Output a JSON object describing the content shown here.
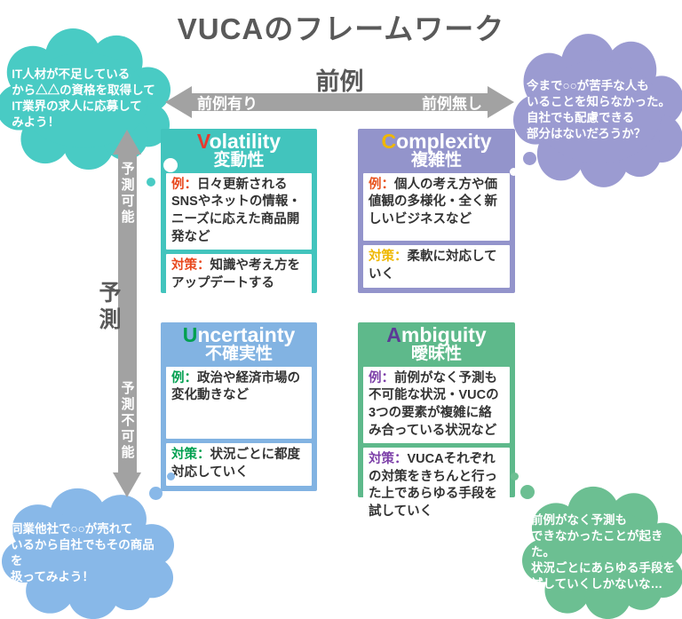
{
  "title": "VUCAのフレームワーク",
  "colors": {
    "title": "#595959",
    "arrow": "#A2A2A2",
    "white": "#FFFFFF"
  },
  "axes": {
    "horizontal": {
      "label": "前例",
      "left_label": "前例有り",
      "right_label": "前例無し"
    },
    "vertical": {
      "label": "予測",
      "top_label": "予測可能",
      "bottom_label": "予測不可能"
    }
  },
  "cards": [
    {
      "letter": "V",
      "rest": "olatility",
      "jp": "変動性",
      "example_label": "例：",
      "example_text": "日々更新されるSNSやネットの情報・ニーズに応えた商品開発など",
      "measure_label": "対策：",
      "measure_text": "知識や考え方をアップデートする",
      "colors": {
        "bg": "#42C4BD",
        "letter": "#E8392D",
        "example_label": "#E8481E",
        "measure_label": "#E8481E"
      }
    },
    {
      "letter": "C",
      "rest": "omplexity",
      "jp": "複雑性",
      "example_label": "例：",
      "example_text": "個人の考え方や価値観の多様化・全く新しいビジネスなど",
      "measure_label": "対策：",
      "measure_text": "柔軟に対応していく",
      "colors": {
        "bg": "#9394CB",
        "letter": "#EFB700",
        "example_label": "#E8541E",
        "measure_label": "#EFB700"
      }
    },
    {
      "letter": "U",
      "rest": "ncertainty",
      "jp": "不確実性",
      "example_label": "例：",
      "example_text": "政治や経済市場の変化動きなど",
      "measure_label": "対策：",
      "measure_text": "状況ごとに都度対応していく",
      "colors": {
        "bg": "#82B3E2",
        "letter": "#00A050",
        "example_label": "#00A050",
        "measure_label": "#00A050"
      }
    },
    {
      "letter": "A",
      "rest": "mbiguity",
      "jp": "曖昧性",
      "example_label": "例：",
      "example_text": "前例がなく予測も不可能な状況・VUCの3つの要素が複雑に絡み合っている状況など",
      "measure_label": "対策：",
      "measure_text": "VUCAそれぞれの対策をきちんと行った上であらゆる手段を試していく",
      "colors": {
        "bg": "#5EB98B",
        "letter": "#5C3A96",
        "example_label": "#7C3FA8",
        "measure_label": "#7C3FA8"
      }
    }
  ],
  "clouds": [
    {
      "position": "top-left",
      "color": "#49CBC4",
      "text": "IT人材が不足している\nから△△の資格を取得して\nIT業界の求人に応募して\nみよう！"
    },
    {
      "position": "top-right",
      "color": "#9B9BD1",
      "text": "今まで○○が苦手な人も\nいることを知らなかった。\n自社でも配慮できる\n部分はないだろうか？"
    },
    {
      "position": "bottom-left",
      "color": "#88B8E8",
      "text": "同業他社で○○が売れて\nいるから自社でもその商品を\n扱ってみよう！"
    },
    {
      "position": "bottom-right",
      "color": "#6CBF92",
      "text": "前例がなく予測も\nできなかったことが起きた。\n状況ごとにあらゆる手段を\n試していくしかないな…"
    }
  ]
}
